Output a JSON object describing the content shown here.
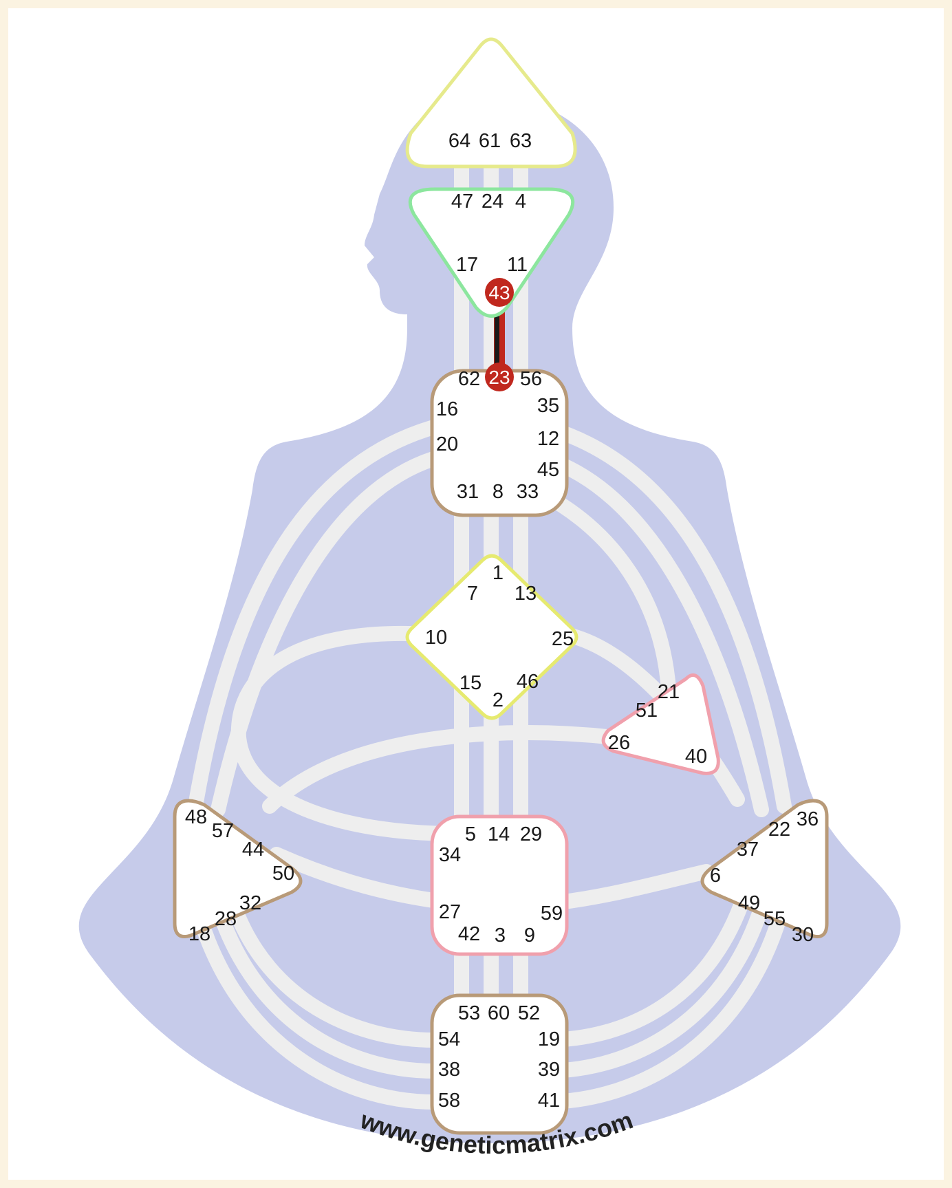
{
  "watermark": "www.geneticmatrix.com",
  "colors": {
    "background": "#fbf3e1",
    "body": "#c6cbea",
    "channel": "#eeeeee",
    "head_outline": "#e6ea8c",
    "ajna_outline": "#8ce69e",
    "throat_outline": "#b89a78",
    "g_outline": "#e6ea70",
    "heart_outline": "#f0a0ac",
    "sacral_outline": "#f0a0ac",
    "active_gate": "#c0281e",
    "active_channel": "#1a1a1a"
  },
  "active_channel": {
    "gates": [
      "43",
      "23"
    ]
  },
  "centers": {
    "head": {
      "gates": [
        "64",
        "61",
        "63"
      ]
    },
    "ajna": {
      "gates": [
        "47",
        "24",
        "4",
        "17",
        "11",
        "43"
      ]
    },
    "throat": {
      "gates": [
        "62",
        "23",
        "56",
        "16",
        "35",
        "20",
        "12",
        "45",
        "31",
        "8",
        "33"
      ]
    },
    "g": {
      "gates": [
        "1",
        "7",
        "13",
        "10",
        "25",
        "15",
        "46",
        "2"
      ]
    },
    "heart": {
      "gates": [
        "21",
        "51",
        "26",
        "40"
      ]
    },
    "spleen": {
      "gates": [
        "48",
        "57",
        "44",
        "50",
        "32",
        "28",
        "18"
      ]
    },
    "sacral": {
      "gates": [
        "5",
        "14",
        "29",
        "34",
        "27",
        "59",
        "42",
        "3",
        "9"
      ]
    },
    "solar": {
      "gates": [
        "36",
        "22",
        "37",
        "6",
        "49",
        "55",
        "30"
      ]
    },
    "root": {
      "gates": [
        "53",
        "60",
        "52",
        "54",
        "19",
        "38",
        "39",
        "58",
        "41"
      ]
    }
  }
}
